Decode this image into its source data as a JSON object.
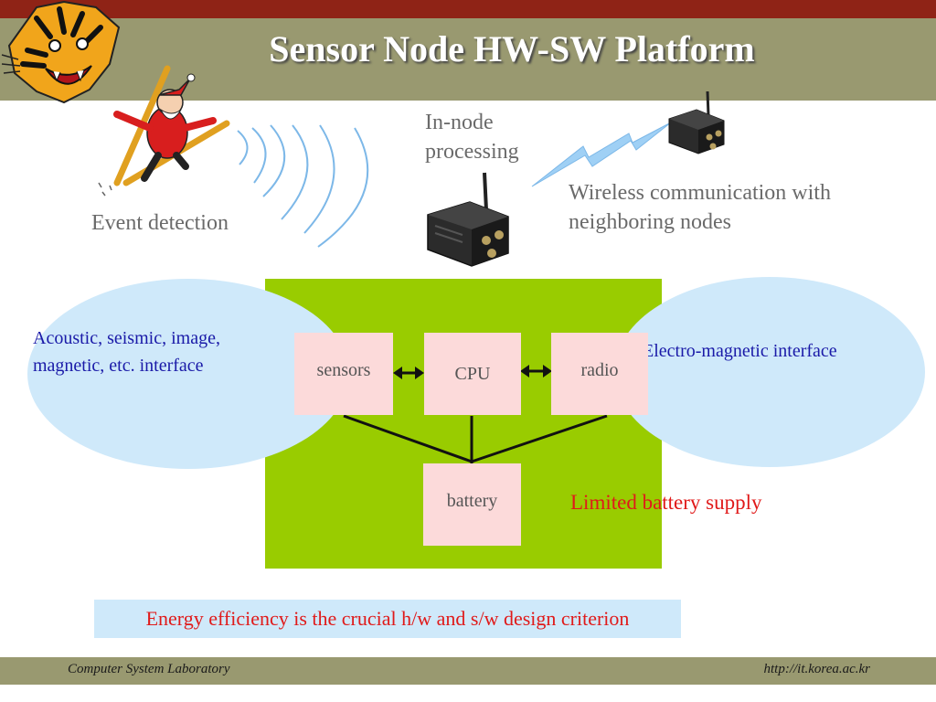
{
  "slide": {
    "title": "Sensor Node HW-SW Platform",
    "labels": {
      "in_node_processing": "In-node processing",
      "wireless_communication": "Wireless communication with neighboring nodes",
      "event_detection": "Event detection",
      "sensor_interface": "Acoustic, seismic, image, magnetic, etc. interface",
      "radio_interface": "Electro-magnetic interface",
      "battery_note": "Limited battery supply"
    },
    "components": {
      "sensors": "sensors",
      "cpu": "CPU",
      "radio": "radio",
      "battery": "battery"
    },
    "bottom_note": "Energy efficiency is the crucial h/w and s/w design criterion"
  },
  "footer": {
    "lab": "Computer System Laboratory",
    "url": "http://it.korea.ac.kr"
  },
  "colors": {
    "top_bar": "#8f2316",
    "header_band": "#999970",
    "panel_green": "#99cc00",
    "ellipse_blue": "#cfe9fa",
    "box_pink": "#fcdada",
    "accent_red": "#e01a1a",
    "label_blue": "#1a1aa8"
  },
  "icons": [
    "tiger-logo",
    "santa-skier-image",
    "sensor-node-device-image",
    "wireless-signal-waves",
    "lightning-link"
  ]
}
